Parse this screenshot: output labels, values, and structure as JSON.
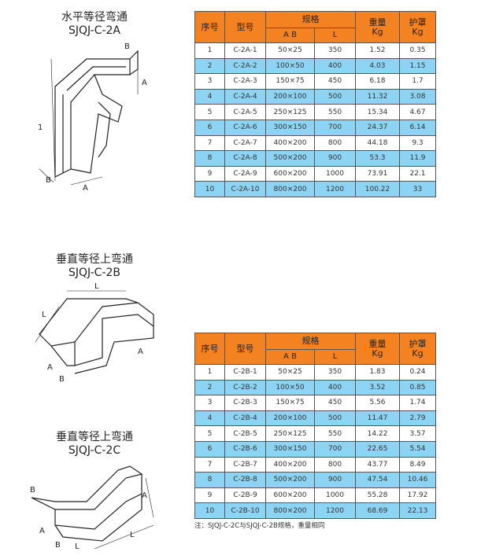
{
  "colors": {
    "header": "#f58220",
    "stripe": "#8dd4f4"
  },
  "products": [
    {
      "name": "水平等径弯通",
      "code": "SJQJ-C-2A",
      "dims": [
        "B",
        "A",
        "1",
        "B",
        "A"
      ]
    },
    {
      "name": "垂直等径上弯通",
      "code": "SJQJ-C-2B",
      "dims": [
        "L",
        "L",
        "A",
        "A",
        "B"
      ]
    },
    {
      "name": "垂直等径上弯通",
      "code": "SJQJ-C-2C",
      "dims": [
        "B",
        "A",
        "L",
        "A",
        "B",
        "L"
      ]
    }
  ],
  "table_headers": {
    "no": "序号",
    "model": "型号",
    "spec": "规格",
    "ab": "A  B",
    "l": "L",
    "weight": "重量",
    "weight_unit": "Kg",
    "cover": "护罩",
    "cover_unit": "Kg"
  },
  "table_a": [
    [
      "1",
      "C-2A-1",
      "50×25",
      "350",
      "1.52",
      "0.35"
    ],
    [
      "2",
      "C-2A-2",
      "100×50",
      "400",
      "4.03",
      "1.15"
    ],
    [
      "3",
      "C-2A-3",
      "150×75",
      "450",
      "6.18",
      "1.7"
    ],
    [
      "4",
      "C-2A-4",
      "200×100",
      "500",
      "11.32",
      "3.08"
    ],
    [
      "5",
      "C-2A-5",
      "250×125",
      "550",
      "15.34",
      "4.67"
    ],
    [
      "6",
      "C-2A-6",
      "300×150",
      "700",
      "24.37",
      "6.14"
    ],
    [
      "7",
      "C-2A-7",
      "400×200",
      "800",
      "44.18",
      "9.3"
    ],
    [
      "8",
      "C-2A-8",
      "500×200",
      "900",
      "53.3",
      "11.9"
    ],
    [
      "9",
      "C-2A-9",
      "600×200",
      "1000",
      "73.91",
      "22.1"
    ],
    [
      "10",
      "C-2A-10",
      "800×200",
      "1200",
      "100.22",
      "33"
    ]
  ],
  "table_b": [
    [
      "1",
      "C-2B-1",
      "50×25",
      "350",
      "1.83",
      "0.24"
    ],
    [
      "2",
      "C-2B-2",
      "100×50",
      "400",
      "3.52",
      "0.85"
    ],
    [
      "3",
      "C-2B-3",
      "150×75",
      "450",
      "5.56",
      "1.74"
    ],
    [
      "4",
      "C-2B-4",
      "200×100",
      "500",
      "11.47",
      "2.79"
    ],
    [
      "5",
      "C-2B-5",
      "250×125",
      "550",
      "14.22",
      "3.57"
    ],
    [
      "6",
      "C-2B-6",
      "300×150",
      "700",
      "22.65",
      "5.54"
    ],
    [
      "7",
      "C-2B-7",
      "400×200",
      "800",
      "43.77",
      "8.49"
    ],
    [
      "8",
      "C-2B-8",
      "500×200",
      "900",
      "47.54",
      "10.46"
    ],
    [
      "9",
      "C-2B-9",
      "600×200",
      "1000",
      "55.28",
      "17.92"
    ],
    [
      "10",
      "C-2B-10",
      "800×200",
      "1200",
      "68.69",
      "22.13"
    ]
  ],
  "note": "注：SJQJ-C-2C与SJQJ-C-2B规格，重量相同"
}
